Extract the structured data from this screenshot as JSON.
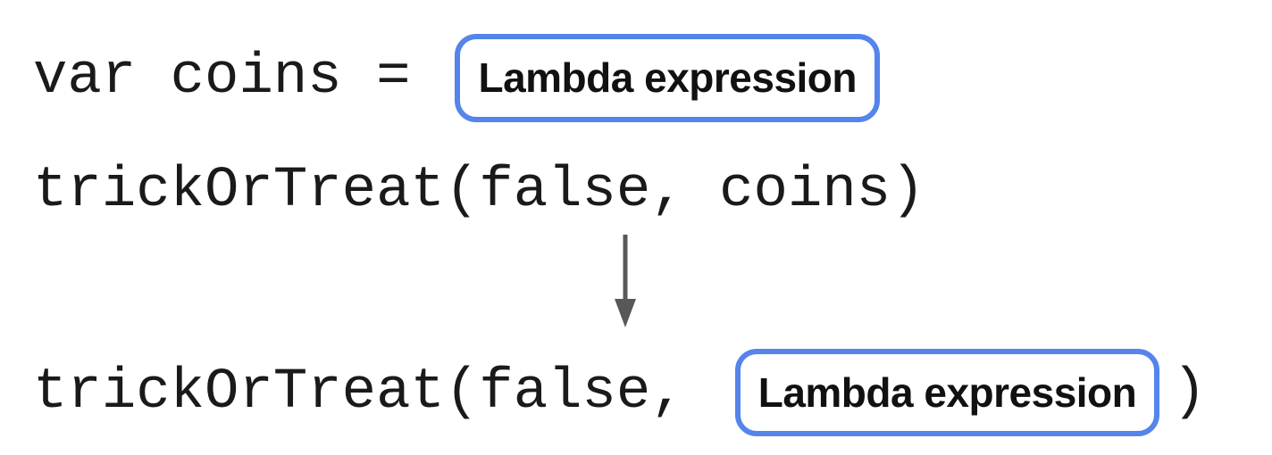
{
  "diagram": {
    "description": "Lambda expression variable substitution into function call",
    "line1": {
      "code": "var coins =",
      "box_label": "Lambda expression"
    },
    "line2": {
      "code": "trickOrTreat(false, coins)"
    },
    "arrow": {
      "icon": "down-arrow-icon",
      "direction": "down"
    },
    "line3": {
      "code_prefix": "trickOrTreat(false,",
      "box_label": "Lambda expression",
      "code_suffix": ")"
    },
    "colors": {
      "box_border": "#5584EA",
      "arrow": "#58585B",
      "code_text": "#1A1A1A",
      "label_text": "#111111",
      "background": "#FFFFFF"
    }
  }
}
